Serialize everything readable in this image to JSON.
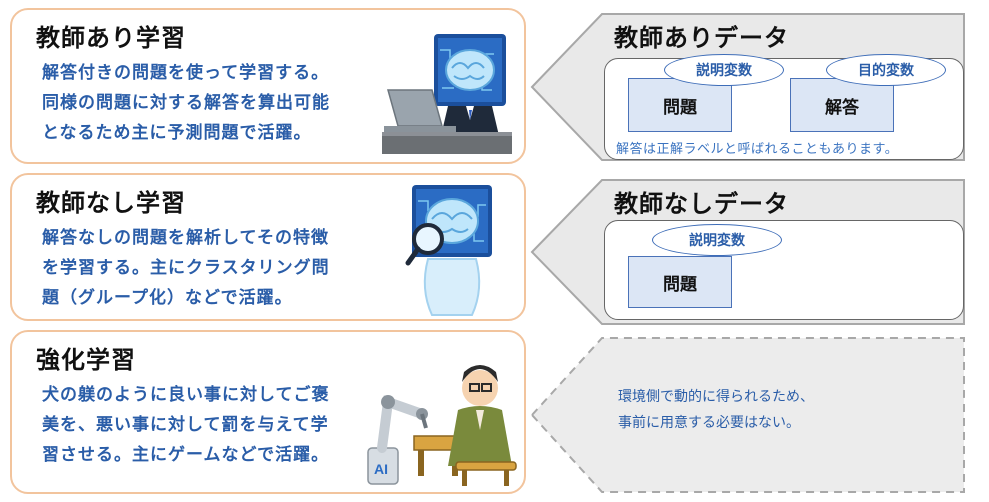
{
  "supervised": {
    "title": "教師あり学習",
    "desc": [
      "解答付きの問題を使って学習する。",
      "同様の問題に対する解答を算出可能",
      "となるため主に予測問題で活躍。"
    ]
  },
  "unsupervised": {
    "title": "教師なし学習",
    "desc": [
      "解答なしの問題を解析してその特徴",
      "を学習する。主にクラスタリング問",
      "題（グループ化）などで活躍。"
    ]
  },
  "reinforcement": {
    "title": "強化学習",
    "desc": [
      "犬の躾のように良い事に対してご褒",
      "美を、悪い事に対して罰を与えて学",
      "習させる。主にゲームなどで活躍。"
    ],
    "robot_label": "AI"
  },
  "supervised_data": {
    "title": "教師ありデータ",
    "bubble_explanatory": "説明変数",
    "bubble_target": "目的変数",
    "box_problem": "問題",
    "box_answer": "解答",
    "note": "解答は正解ラベルと呼ばれることもあります。"
  },
  "unsupervised_data": {
    "title": "教師なしデータ",
    "bubble_explanatory": "説明変数",
    "box_problem": "問題"
  },
  "reinforcement_data": {
    "lines": [
      "環境側で動的に得られるため、",
      "事前に用意する必要はない。"
    ]
  },
  "colors": {
    "panel_border": "#f2c49d",
    "accent_blue": "#2a5da8",
    "box_fill": "#dce6f5",
    "arrow_fill": "#e9e9e9",
    "arrow_border": "#a8a8a8"
  },
  "icons": [
    "brain-laptop-illustration",
    "brain-magnifier-illustration",
    "robot-arm-shogi-illustration"
  ]
}
